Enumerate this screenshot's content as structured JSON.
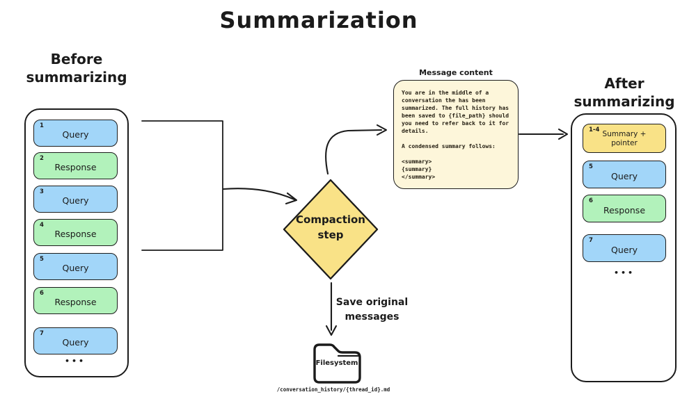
{
  "title": "Summarization",
  "colors": {
    "stroke": "#1b1b1b",
    "query_blue": "#a2d6f9",
    "response_green": "#b2f2bb",
    "summary_yellow": "#f9e287",
    "note_background": "#fdf6da",
    "container_background": "#ffffff"
  },
  "before": {
    "heading": "Before\nsummarizing",
    "messages": [
      {
        "num": "1",
        "label": "Query",
        "color": "blue"
      },
      {
        "num": "2",
        "label": "Response",
        "color": "green"
      },
      {
        "num": "3",
        "label": "Query",
        "color": "blue"
      },
      {
        "num": "4",
        "label": "Response",
        "color": "green"
      },
      {
        "num": "5",
        "label": "Query",
        "color": "blue"
      },
      {
        "num": "6",
        "label": "Response",
        "color": "green"
      },
      {
        "num": "7",
        "label": "Query",
        "color": "blue"
      }
    ],
    "ellipsis": "•••"
  },
  "after": {
    "heading": "After\nsummarizing",
    "messages": [
      {
        "num": "1-4",
        "label": "Summary +\npointer",
        "color": "yellow"
      },
      {
        "num": "5",
        "label": "Query",
        "color": "blue"
      },
      {
        "num": "6",
        "label": "Response",
        "color": "green"
      },
      {
        "num": "7",
        "label": "Query",
        "color": "blue"
      }
    ],
    "ellipsis": "•••"
  },
  "compaction": {
    "label": "Compaction\nstep"
  },
  "note": {
    "label": "Message content",
    "body": "You are in the middle of a\nconversation the has been\nsummarized. The full history has\nbeen saved to {file_path} should\nyou need to refer back to it for\ndetails.\n\nA condensed summary follows:\n\n<summary>\n{summary}\n</summary>"
  },
  "save_arrow": {
    "label": "Save original\nmessages"
  },
  "filesystem": {
    "label": "Filesystem",
    "path": "/conversation_history/{thread_id}.md"
  }
}
